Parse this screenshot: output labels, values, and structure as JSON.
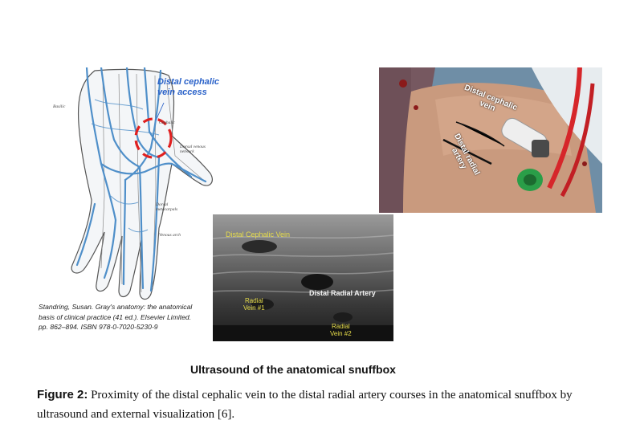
{
  "hand_illustration": {
    "access_label_line1": "Distal cephalic",
    "access_label_line2": "vein access",
    "labels": {
      "basilic": "Basilic",
      "cephalic": "Cephalic",
      "dorsal_venous_network": "Dorsal venous network",
      "dorsal_metacarpals": "Dorsal metacarpals",
      "venous_arch": "Venous arch"
    },
    "colors": {
      "vein": "#4f8fc9",
      "outline": "#555555",
      "access_marker": "#e02020"
    }
  },
  "citation": {
    "line1": "Standring, Susan. Gray's anatomy: the anatomical",
    "line2": "basis of clinical practice (41 ed.). Elsevier Limited.",
    "line3": "pp. 862–894. ISBN 978-0-7020-5230-9"
  },
  "photo": {
    "label_vein_line1": "Distal cephalic",
    "label_vein_line2": "vein",
    "label_artery_line1": "Distal radial",
    "label_artery_line2": "artery"
  },
  "ultrasound": {
    "label_cephalic": "Distal Cephalic Vein",
    "label_artery": "Distal Radial Artery",
    "label_vein1_line1": "Radial",
    "label_vein1_line2": "Vein #1",
    "label_vein2_line1": "Radial",
    "label_vein2_line2": "Vein #2",
    "caption": "Ultrasound of the anatomical snuffbox"
  },
  "figure_caption": {
    "label": "Figure 2:",
    "text": " Proximity of the distal cephalic vein to the distal radial artery courses in the anatomical snuffbox by ultrasound and external visualization [6]."
  }
}
